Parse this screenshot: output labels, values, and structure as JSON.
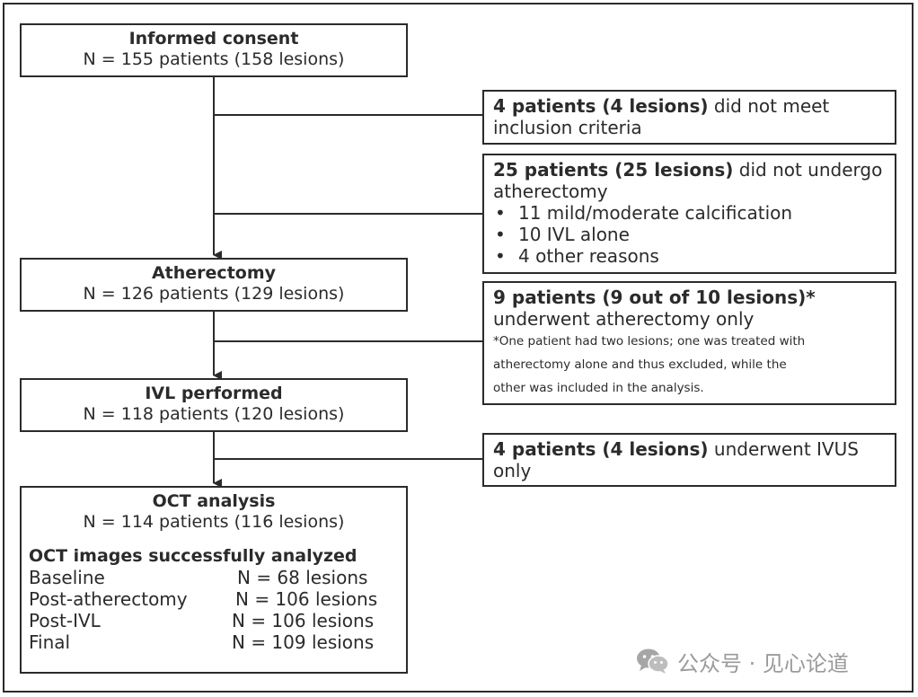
{
  "main": {
    "consent": {
      "title": "Informed consent",
      "n": "N = 155 patients (158 lesions)"
    },
    "atherectomy": {
      "title": "Atherectomy",
      "n": "N = 126 patients (129 lesions)"
    },
    "ivl": {
      "title": "IVL performed",
      "n": "N = 118 patients (120 lesions)"
    },
    "oct": {
      "title": "OCT analysis",
      "n": "N = 114 patients (116 lesions)",
      "sub_title": "OCT images successfully analyzed",
      "rows": [
        {
          "label": "Baseline",
          "value": "N = 68 lesions"
        },
        {
          "label": "Post-atherectomy",
          "value": "N = 106 lesions"
        },
        {
          "label": "Post-IVL",
          "value": "N = 106 lesions"
        },
        {
          "label": "Final",
          "value": "N = 109 lesions"
        }
      ]
    }
  },
  "exclusions": {
    "inclusion": {
      "bold": "4 patients (4 lesions)",
      "rest1": " did not meet",
      "rest2": "inclusion criteria"
    },
    "no_atherectomy": {
      "bold": "25 patients (25 lesions)",
      "rest1": " did not undergo",
      "rest2": "atherectomy",
      "bullets": [
        "11 mild/moderate calcification",
        "10 IVL alone",
        "4 other reasons"
      ]
    },
    "atherectomy_only": {
      "bold": "9 patients (9 out of 10 lesions)*",
      "rest": "underwent atherectomy only",
      "note1": "*One patient had two lesions; one was treated with",
      "note2": "atherectomy alone and thus excluded, while the",
      "note3": "other was included in the analysis."
    },
    "ivus_only": {
      "bold": "4 patients (4 lesions)",
      "rest1": " underwent IVUS",
      "rest2": "only"
    }
  },
  "watermark": {
    "text": "公众号 · 见心论道",
    "icon": "wechat-icon"
  }
}
